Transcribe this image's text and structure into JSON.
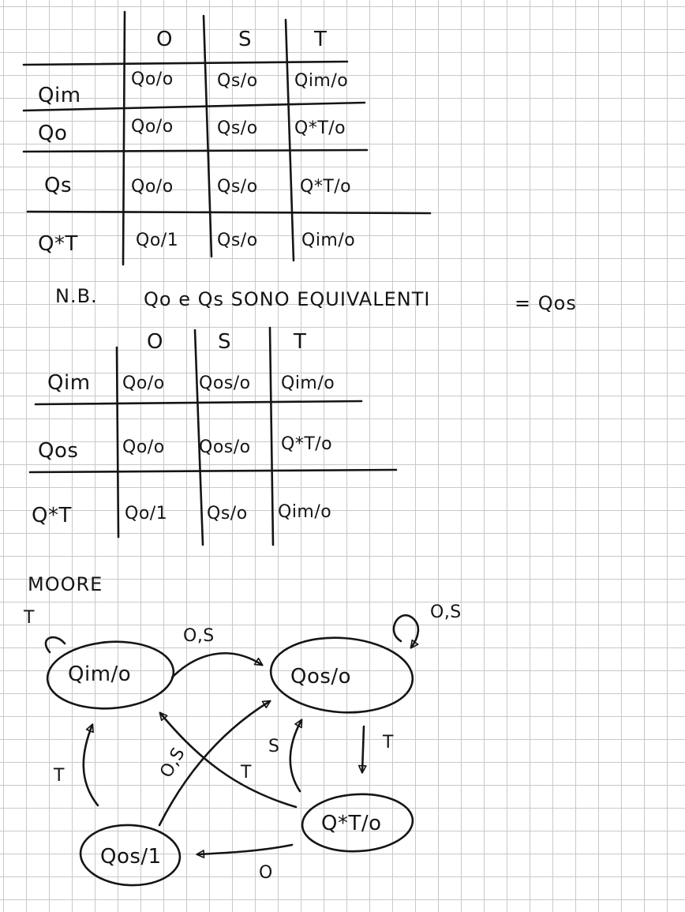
{
  "table1": {
    "headers": [
      "O",
      "S",
      "T"
    ],
    "rows": [
      {
        "state": "Qim",
        "cells": [
          "Qo/o",
          "Qs/o",
          "Qim/o"
        ]
      },
      {
        "state": "Qo",
        "cells": [
          "Qo/o",
          "Qs/o",
          "Q*T/o"
        ]
      },
      {
        "state": "Qs",
        "cells": [
          "Qo/o",
          "Qs/o",
          "Q*T/o"
        ]
      },
      {
        "state": "Q*T",
        "cells": [
          "Qo/1",
          "Qs/o",
          "Qim/o"
        ]
      }
    ]
  },
  "note": {
    "prefix": "N.B.",
    "text": "Qo e Qs SONO EQUIVALENTI",
    "result": "= Qos"
  },
  "table2": {
    "headers": [
      "O",
      "S",
      "T"
    ],
    "rows": [
      {
        "state": "Qim",
        "cells": [
          "Qo/o",
          "Qos/o",
          "Qim/o"
        ]
      },
      {
        "state": "Qos",
        "cells": [
          "Qo/o",
          "Qos/o",
          "Q*T/o"
        ]
      },
      {
        "state": "Q*T",
        "cells": [
          "Qo/1",
          "Qs/o",
          "Qim/o"
        ]
      }
    ]
  },
  "diagram": {
    "title": "MOORE",
    "states": {
      "im": "Qim/o",
      "os0": "Qos/o",
      "xt": "Q*T/o",
      "os1": "Qos/1"
    },
    "edge_labels": {
      "im_loop": "T",
      "im_to_os0": "O,S",
      "os0_loop": "O,S",
      "os0_to_xt": "T",
      "xt_to_os0": "S",
      "xt_to_im": "T",
      "os1_to_os0": "O,S",
      "os1_to_im": "T",
      "xt_to_os1": "O"
    }
  }
}
